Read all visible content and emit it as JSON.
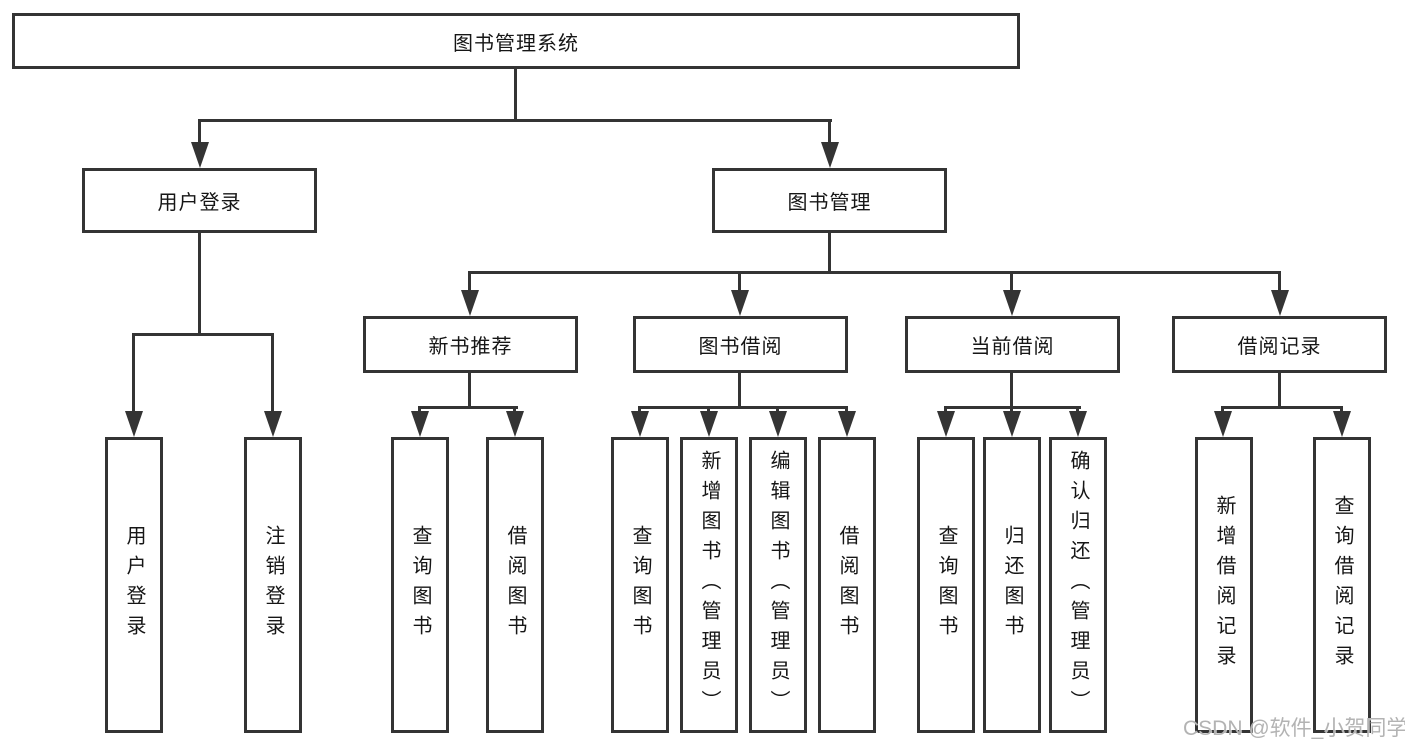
{
  "diagram": {
    "type": "hierarchy-tree",
    "colors": {
      "line": "#343434",
      "box_border": "#343434",
      "box_fill": "#ffffff",
      "text": "#161616",
      "watermark": "#b3b3b3"
    },
    "tree": {
      "label": "图书管理系统",
      "children": [
        {
          "label": "用户登录",
          "children": [
            {
              "label": "用户登录"
            },
            {
              "label": "注销登录"
            }
          ]
        },
        {
          "label": "图书管理",
          "children": [
            {
              "label": "新书推荐",
              "children": [
                {
                  "label": "查询图书"
                },
                {
                  "label": "借阅图书"
                }
              ]
            },
            {
              "label": "图书借阅",
              "children": [
                {
                  "label": "查询图书"
                },
                {
                  "label": "新增图书（管理员）"
                },
                {
                  "label": "编辑图书（管理员）"
                },
                {
                  "label": "借阅图书"
                }
              ]
            },
            {
              "label": "当前借阅",
              "children": [
                {
                  "label": "查询图书"
                },
                {
                  "label": "归还图书"
                },
                {
                  "label": "确认归还（管理员）"
                }
              ]
            },
            {
              "label": "借阅记录",
              "children": [
                {
                  "label": "新增借阅记录"
                },
                {
                  "label": "查询借阅记录"
                }
              ]
            }
          ]
        }
      ]
    },
    "watermark": {
      "text": "CSDN @软件_小贺同学"
    }
  }
}
